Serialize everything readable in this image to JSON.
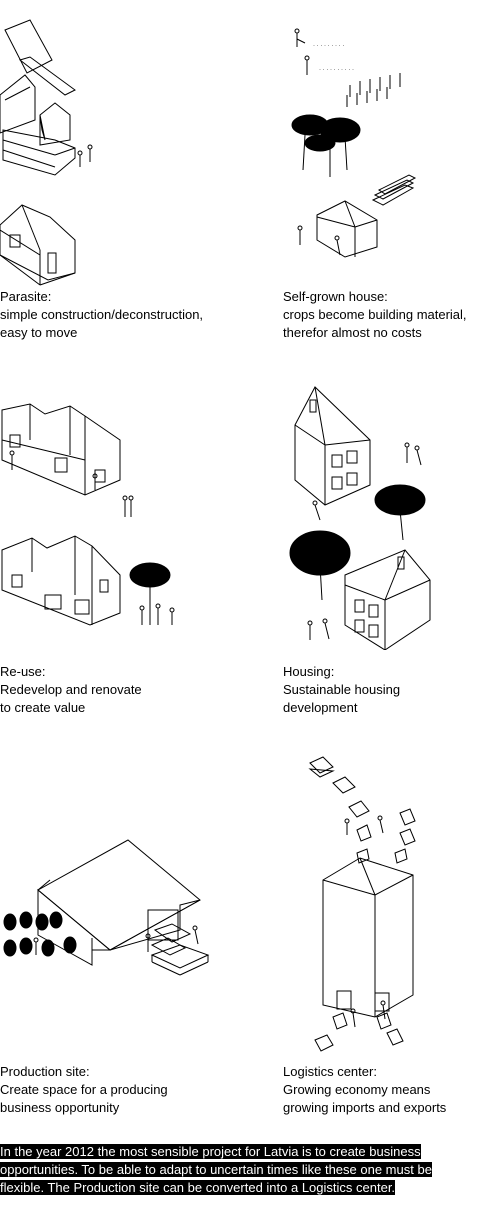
{
  "panels": {
    "parasite": {
      "title": "Parasite:",
      "lines": [
        "simple construction/deconstruction,",
        "easy to move"
      ]
    },
    "selfgrown": {
      "title": "Self-grown house:",
      "lines": [
        "crops become building material,",
        "therefor almost no costs"
      ]
    },
    "reuse": {
      "title": "Re-use:",
      "lines": [
        "Redevelop and renovate",
        "to create value"
      ]
    },
    "housing": {
      "title": "Housing:",
      "lines": [
        "Sustainable housing",
        "development"
      ]
    },
    "production": {
      "title": "Production site:",
      "lines": [
        "Create space for a producing",
        "business opportunity"
      ]
    },
    "logistics": {
      "title": "Logistics center:",
      "lines": [
        "Growing economy means",
        "growing imports and exports"
      ]
    }
  },
  "footer": {
    "lines": [
      "In the year 2012 the most sensible project for Latvia is to create business",
      "opportunities. To be able to adapt to uncertain times like these one must be",
      "flexible. The Production site can be converted into a Logistics center."
    ]
  },
  "colors": {
    "ink": "#000000",
    "paper": "#ffffff",
    "footer_bg": "#000000",
    "footer_text": "#ffffff"
  }
}
